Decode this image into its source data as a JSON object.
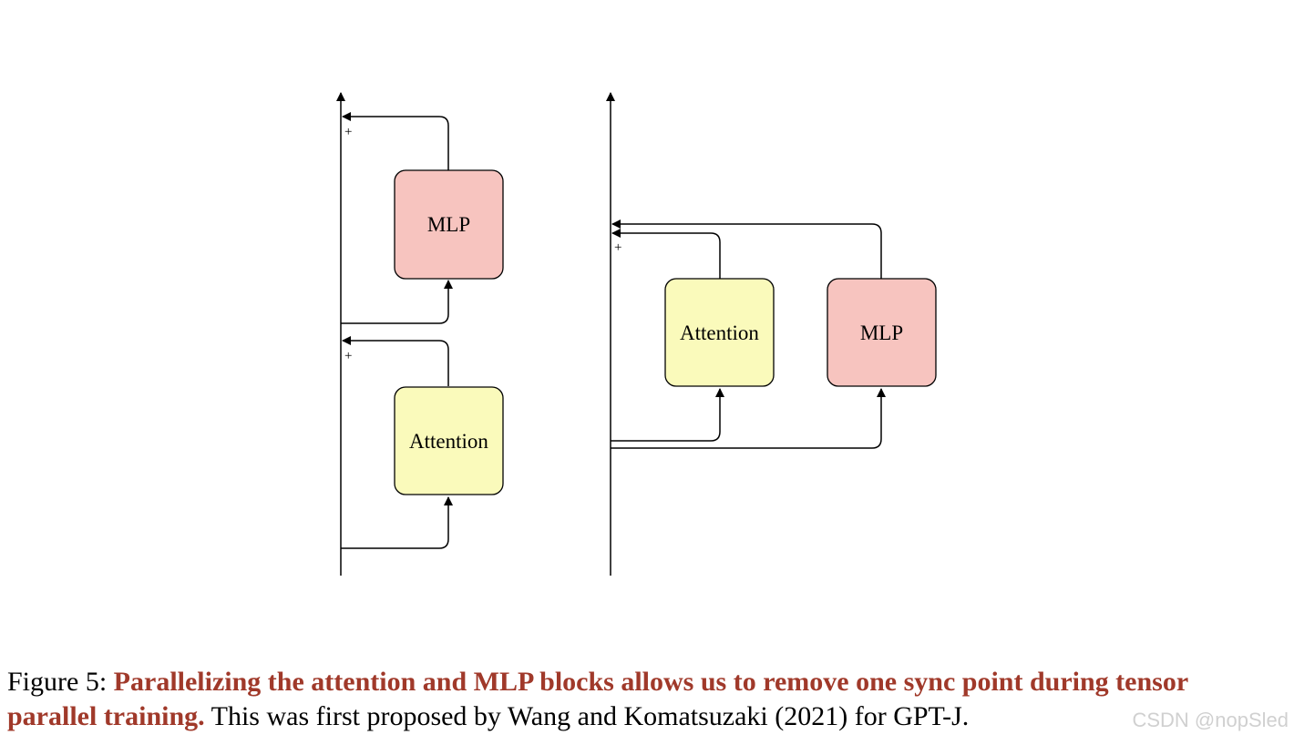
{
  "diagram": {
    "left": {
      "mlp_label": "MLP",
      "attention_label": "Attention",
      "plus_upper": "+",
      "plus_lower": "+"
    },
    "right": {
      "attention_label": "Attention",
      "mlp_label": "MLP",
      "plus": "+"
    },
    "colors": {
      "mlp_fill": "#f7c4bf",
      "attention_fill": "#fafabb",
      "stroke": "#000000",
      "caption_bold": "#a0392a"
    }
  },
  "caption": {
    "label": "Figure 5:",
    "bold": "Parallelizing the attention and MLP blocks allows us to remove one sync point during tensor parallel training.",
    "rest": "This was first proposed by Wang and Komatsuzaki (2021) for GPT-J."
  },
  "watermark": "CSDN @nopSled"
}
